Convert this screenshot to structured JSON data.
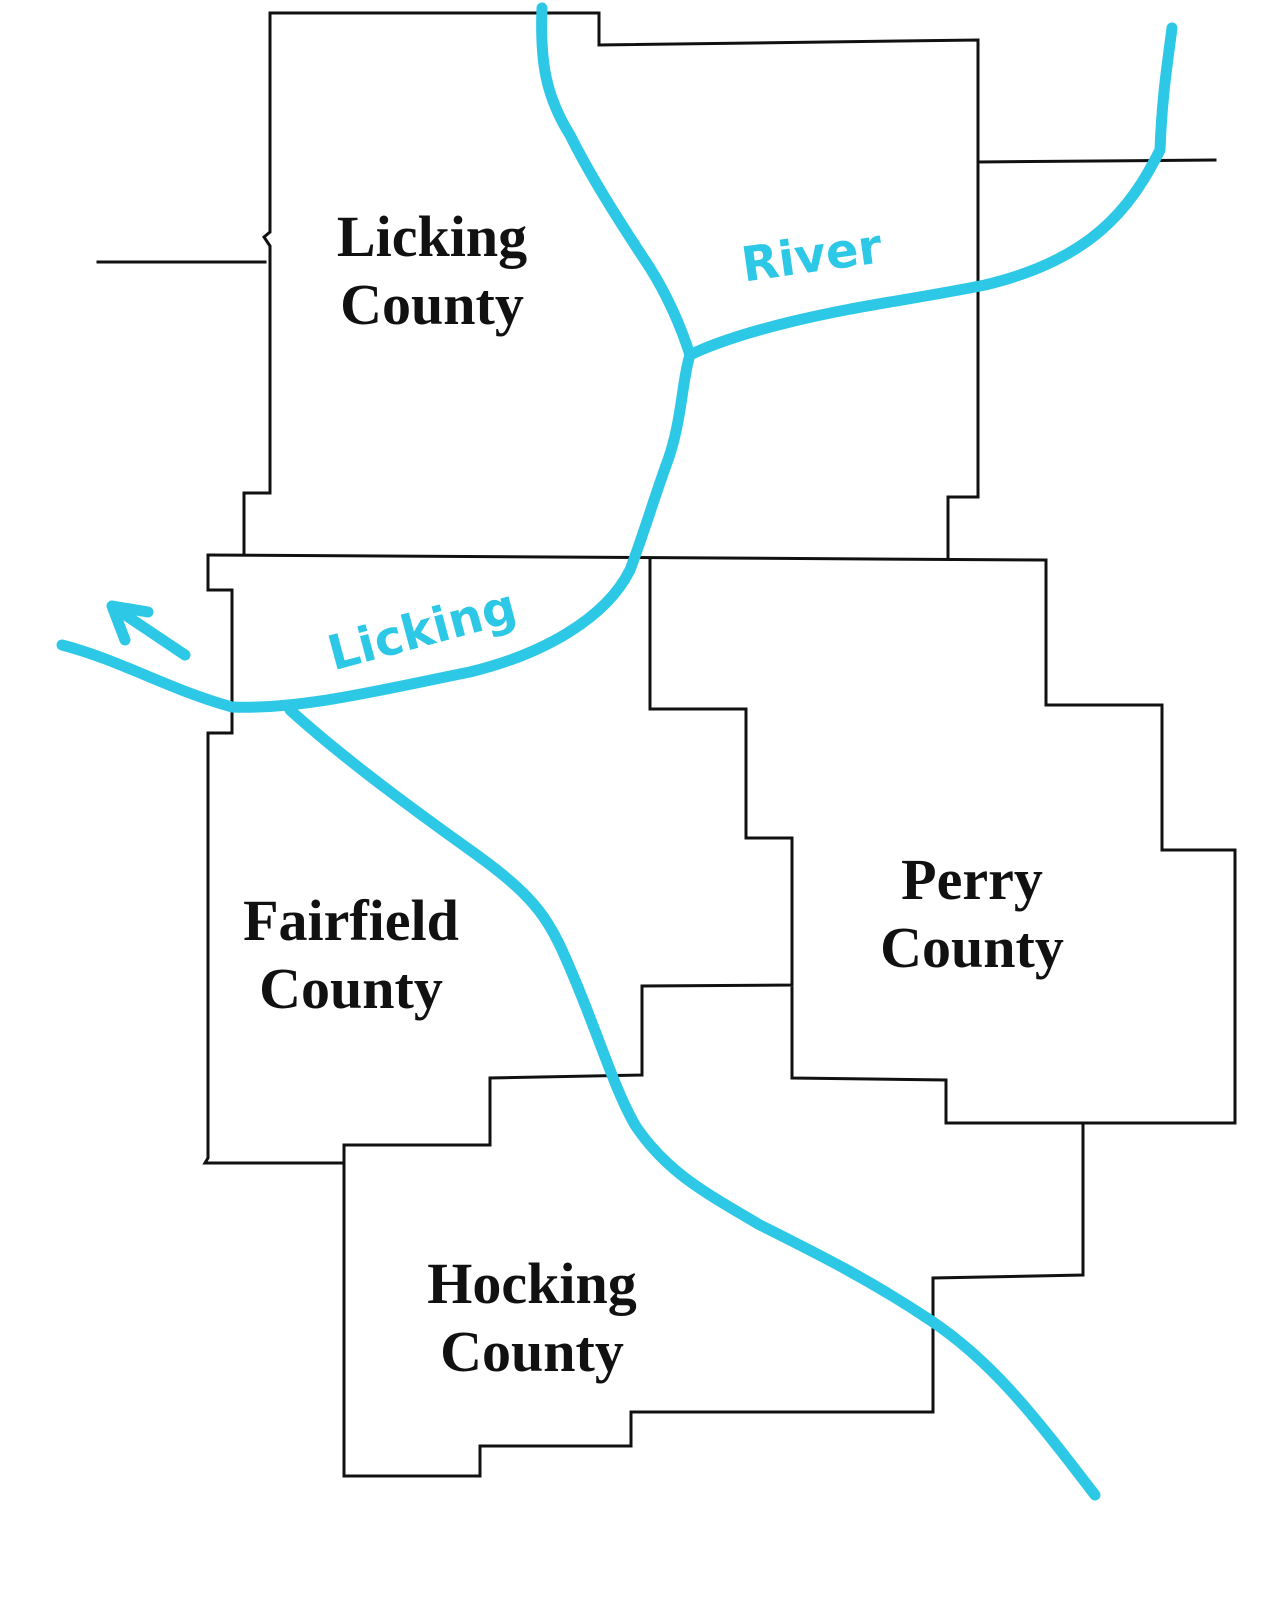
{
  "colors": {
    "river": "#2cc8e6",
    "border": "#111111",
    "background": "#ffffff"
  },
  "counties": {
    "licking": {
      "line1": "Licking",
      "line2": "County"
    },
    "fairfield": {
      "line1": "Fairfield",
      "line2": "County"
    },
    "perry": {
      "line1": "Perry",
      "line2": "County"
    },
    "hocking": {
      "line1": "Hocking",
      "line2": "County"
    }
  },
  "river": {
    "label_part1": "River",
    "label_part2": "Licking",
    "flow_arrow_icon": "flow-direction-arrow-icon"
  }
}
